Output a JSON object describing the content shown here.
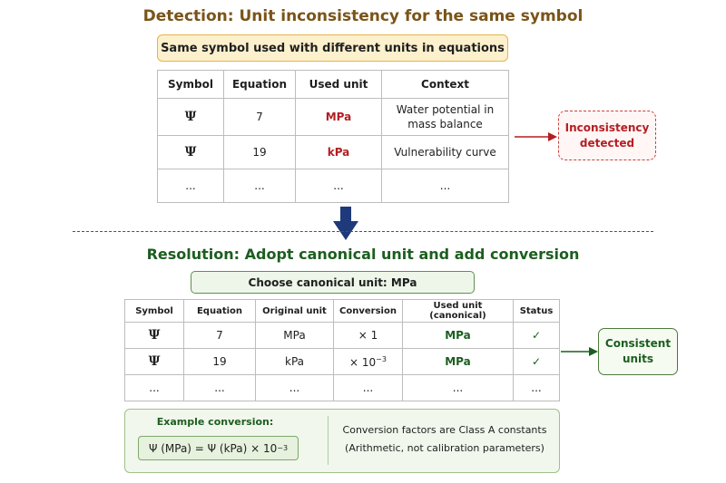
{
  "detection": {
    "title": "Detection: Unit inconsistency for the same symbol",
    "banner": "Same symbol used with different units in equations",
    "headers": [
      "Symbol",
      "Equation",
      "Used unit",
      "Context"
    ],
    "rows": [
      {
        "symbol": "Ψ",
        "equation": "7",
        "unit": "MPa",
        "context": "Water potential in mass balance"
      },
      {
        "symbol": "Ψ",
        "equation": "19",
        "unit": "kPa",
        "context": "Vulnerability curve"
      },
      {
        "symbol": "...",
        "equation": "...",
        "unit": "...",
        "context": "..."
      }
    ],
    "result": "Inconsistency detected"
  },
  "resolution": {
    "title": "Resolution: Adopt canonical unit and add conversion",
    "banner": "Choose canonical unit: MPa",
    "headers": [
      "Symbol",
      "Equation",
      "Original unit",
      "Conversion",
      "Used unit (canonical)",
      "Status"
    ],
    "rows": [
      {
        "symbol": "Ψ",
        "equation": "7",
        "original": "MPa",
        "conversion": "× 1",
        "canonical": "MPa",
        "status": "✓"
      },
      {
        "symbol": "Ψ",
        "equation": "19",
        "original": "kPa",
        "conversion": "× 10",
        "conversion_exp": "−3",
        "canonical": "MPa",
        "status": "✓"
      },
      {
        "symbol": "...",
        "equation": "...",
        "original": "...",
        "conversion": "...",
        "canonical": "...",
        "status": "..."
      }
    ],
    "result": "Consistent units"
  },
  "example": {
    "label": "Example conversion:",
    "formula": "Ψ (MPa) = Ψ (kPa) × 10",
    "formula_exp": "−3",
    "note_line1": "Conversion factors are Class A constants",
    "note_line2": "(Arithmetic, not calibration parameters)"
  },
  "colors": {
    "detection_title": "#7a5418",
    "resolution_title": "#1c5e1f",
    "inconsistent_unit": "#b31e23",
    "canonical_unit": "#1c5e1f",
    "down_arrow": "#1f3a7a"
  },
  "icons": {
    "status": "check-icon",
    "transition": "down-arrow-icon"
  }
}
